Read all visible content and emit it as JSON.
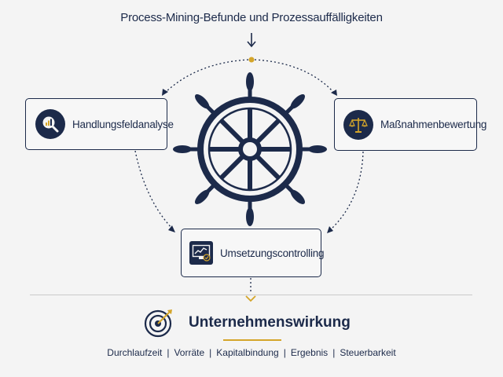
{
  "header": {
    "title": "Process-Mining-Befunde und Prozessauffälligkeiten"
  },
  "nodes": {
    "left": {
      "label": "Handlungsfeldanalyse",
      "icon": "magnifier-chart-icon"
    },
    "right": {
      "label": "Maßnahmenbewertung",
      "icon": "scales-icon"
    },
    "bottom": {
      "label": "Umsetzungscontrolling",
      "icon": "monitor-chart-icon"
    }
  },
  "center": {
    "icon": "ship-wheel-icon"
  },
  "outcome": {
    "title": "Unternehmenswirkung",
    "icon": "target-arrow-icon",
    "items": [
      "Durchlaufzeit",
      "Vorräte",
      "Kapitalbindung",
      "Ergebnis",
      "Steuerbarkeit"
    ]
  },
  "colors": {
    "navy": "#1c2a4a",
    "gold": "#d4a52a",
    "background": "#f4f4f4"
  }
}
